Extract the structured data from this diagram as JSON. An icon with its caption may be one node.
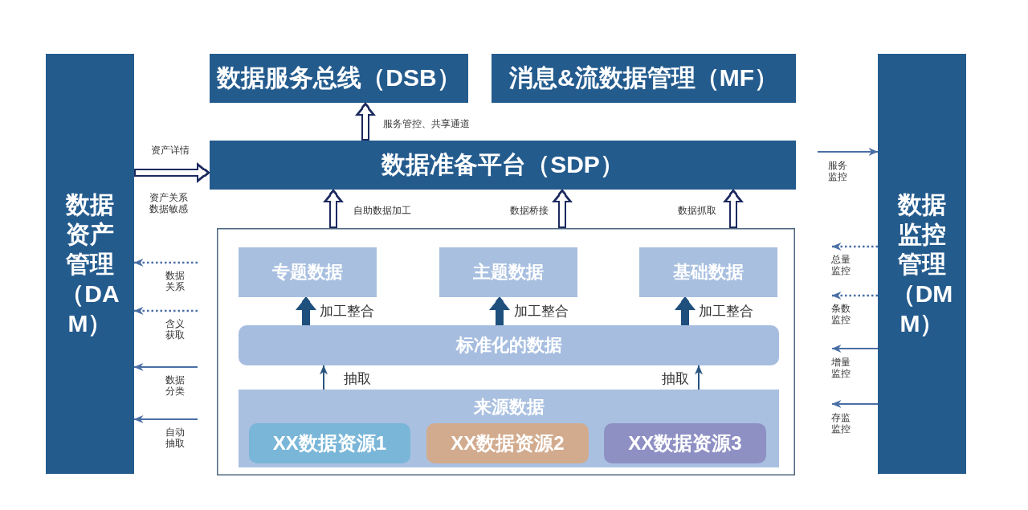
{
  "diagram": {
    "nodes": [
      {
        "text": [
          "数据资产管理（DAM）"
        ]
      },
      {
        "text": [
          "数据服务总线（DSB）"
        ]
      },
      {
        "text": [
          "消息&流数据管理（MF）"
        ]
      },
      {
        "text": [
          "数据准备平台（SDP）"
        ]
      },
      {
        "text": [],
        "shape": "box"
      },
      {
        "text": [
          "专题数据"
        ],
        "in": 4
      },
      {
        "text": [
          "主题数据"
        ],
        "in": 4
      },
      {
        "text": [
          "基础数据"
        ],
        "in": 4
      },
      {
        "text": [
          "标准化的数据"
        ],
        "in": 4
      },
      {
        "text": [
          "来源数据"
        ],
        "in": 4
      },
      {
        "text": [
          "XX数据资源1"
        ],
        "in": 9
      },
      {
        "text": [
          "XX数据资源2"
        ],
        "in": 9
      },
      {
        "text": [
          "XX数据资源3"
        ],
        "in": 9
      },
      {
        "text": [
          "数据监控管理（DMM）"
        ]
      }
    ],
    "edges": [
      {
        "from": 3,
        "to": 1,
        "arrow": "to",
        "label": "服务管控、共享通道",
        "style": "thick",
        "color": "#1c2b5e"
      },
      {
        "from": 4,
        "to": 3,
        "arrow": "to",
        "label": "自助数据加工",
        "style": "thick",
        "color": "#1c2b5e"
      },
      {
        "from": 4,
        "to": 3,
        "arrow": "to",
        "label": "数据桥接",
        "style": "thick",
        "color": "#1c2b5e"
      },
      {
        "from": 4,
        "to": 3,
        "arrow": "to",
        "label": "数据抓取",
        "style": "thick",
        "color": "#1c2b5e"
      },
      {
        "from": 8,
        "to": 5,
        "arrow": "to",
        "label": "加工整合",
        "style": "thick",
        "color": "#1f4f7d"
      },
      {
        "from": 8,
        "to": 6,
        "arrow": "to",
        "label": "加工整合",
        "style": "thick",
        "color": "#1f4f7d"
      },
      {
        "from": 8,
        "to": 7,
        "arrow": "to",
        "label": "加工整合",
        "style": "thick",
        "color": "#1f4f7d"
      },
      {
        "from": 9,
        "to": 8,
        "arrow": "to",
        "label": "抽取",
        "color": "#2a557f"
      },
      {
        "from": 9,
        "to": 8,
        "arrow": "to",
        "label": "抽取",
        "color": "#2a557f"
      },
      {
        "from": 0,
        "to": 3,
        "arrow": "to",
        "label": "资产详情",
        "style": "thick",
        "color": "#1c2b5e"
      },
      {
        "from": null,
        "to": 0,
        "arrow": "to",
        "label": "数据关系",
        "style": "dashed"
      },
      {
        "from": null,
        "to": 0,
        "arrow": "to",
        "label": "含义获取",
        "style": "dashed"
      },
      {
        "from": null,
        "to": 0,
        "arrow": "to",
        "label": "数据分类"
      },
      {
        "from": null,
        "to": 0,
        "arrow": "to",
        "label": "自动抽取"
      },
      {
        "from": null,
        "to": 13,
        "arrow": "to",
        "label": "服务监控"
      },
      {
        "from": 13,
        "to": null,
        "arrow": "to",
        "label": "总量监控",
        "style": "dashed"
      },
      {
        "from": 13,
        "to": null,
        "arrow": "to",
        "label": "条数监控",
        "style": "dashed"
      },
      {
        "from": 13,
        "to": null,
        "arrow": "to",
        "label": "增量监控"
      },
      {
        "from": 13,
        "to": null,
        "arrow": "to",
        "label": "存监监控"
      }
    ],
    "labels": [
      "资产关系数据敏感"
    ]
  }
}
